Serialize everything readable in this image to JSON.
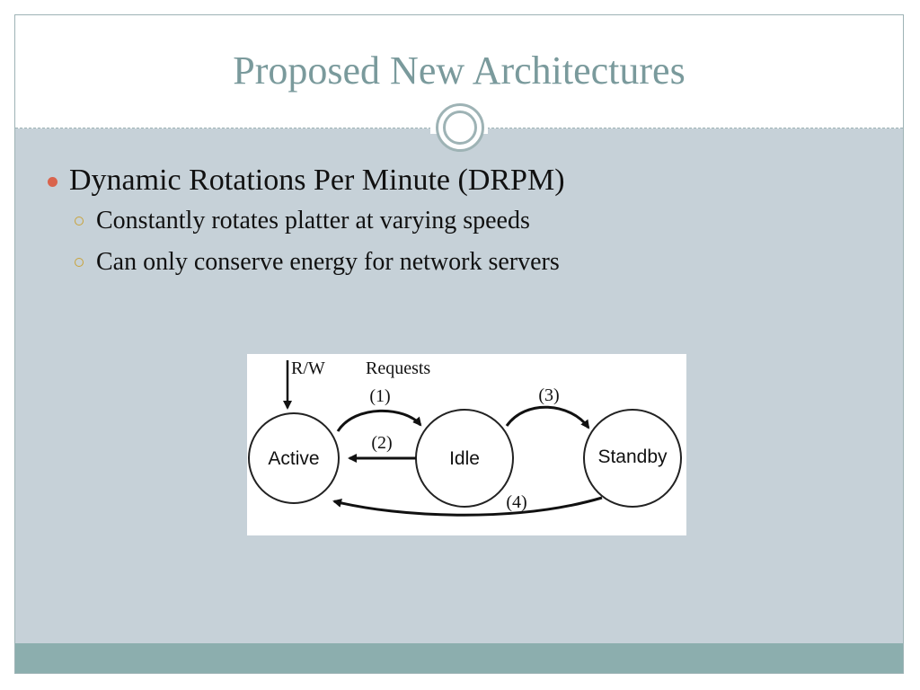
{
  "slide": {
    "title": "Proposed New Architectures",
    "bullets": [
      {
        "text": "Dynamic Rotations Per Minute (DRPM)",
        "sub": [
          "Constantly rotates platter at varying speeds",
          "Can only conserve energy for network servers"
        ]
      }
    ]
  },
  "diagram": {
    "states": [
      "Active",
      "Idle",
      "Standby"
    ],
    "input_label": "R/W",
    "requests_label": "Requests",
    "transitions": [
      "(1)",
      "(2)",
      "(3)",
      "(4)"
    ]
  },
  "colors": {
    "title": "#7a9a9c",
    "content_bg": "#c6d1d8",
    "footer_bar": "#8caeae",
    "bullet_dot": "#d9644d",
    "sub_bullet": "#c9a33a"
  }
}
